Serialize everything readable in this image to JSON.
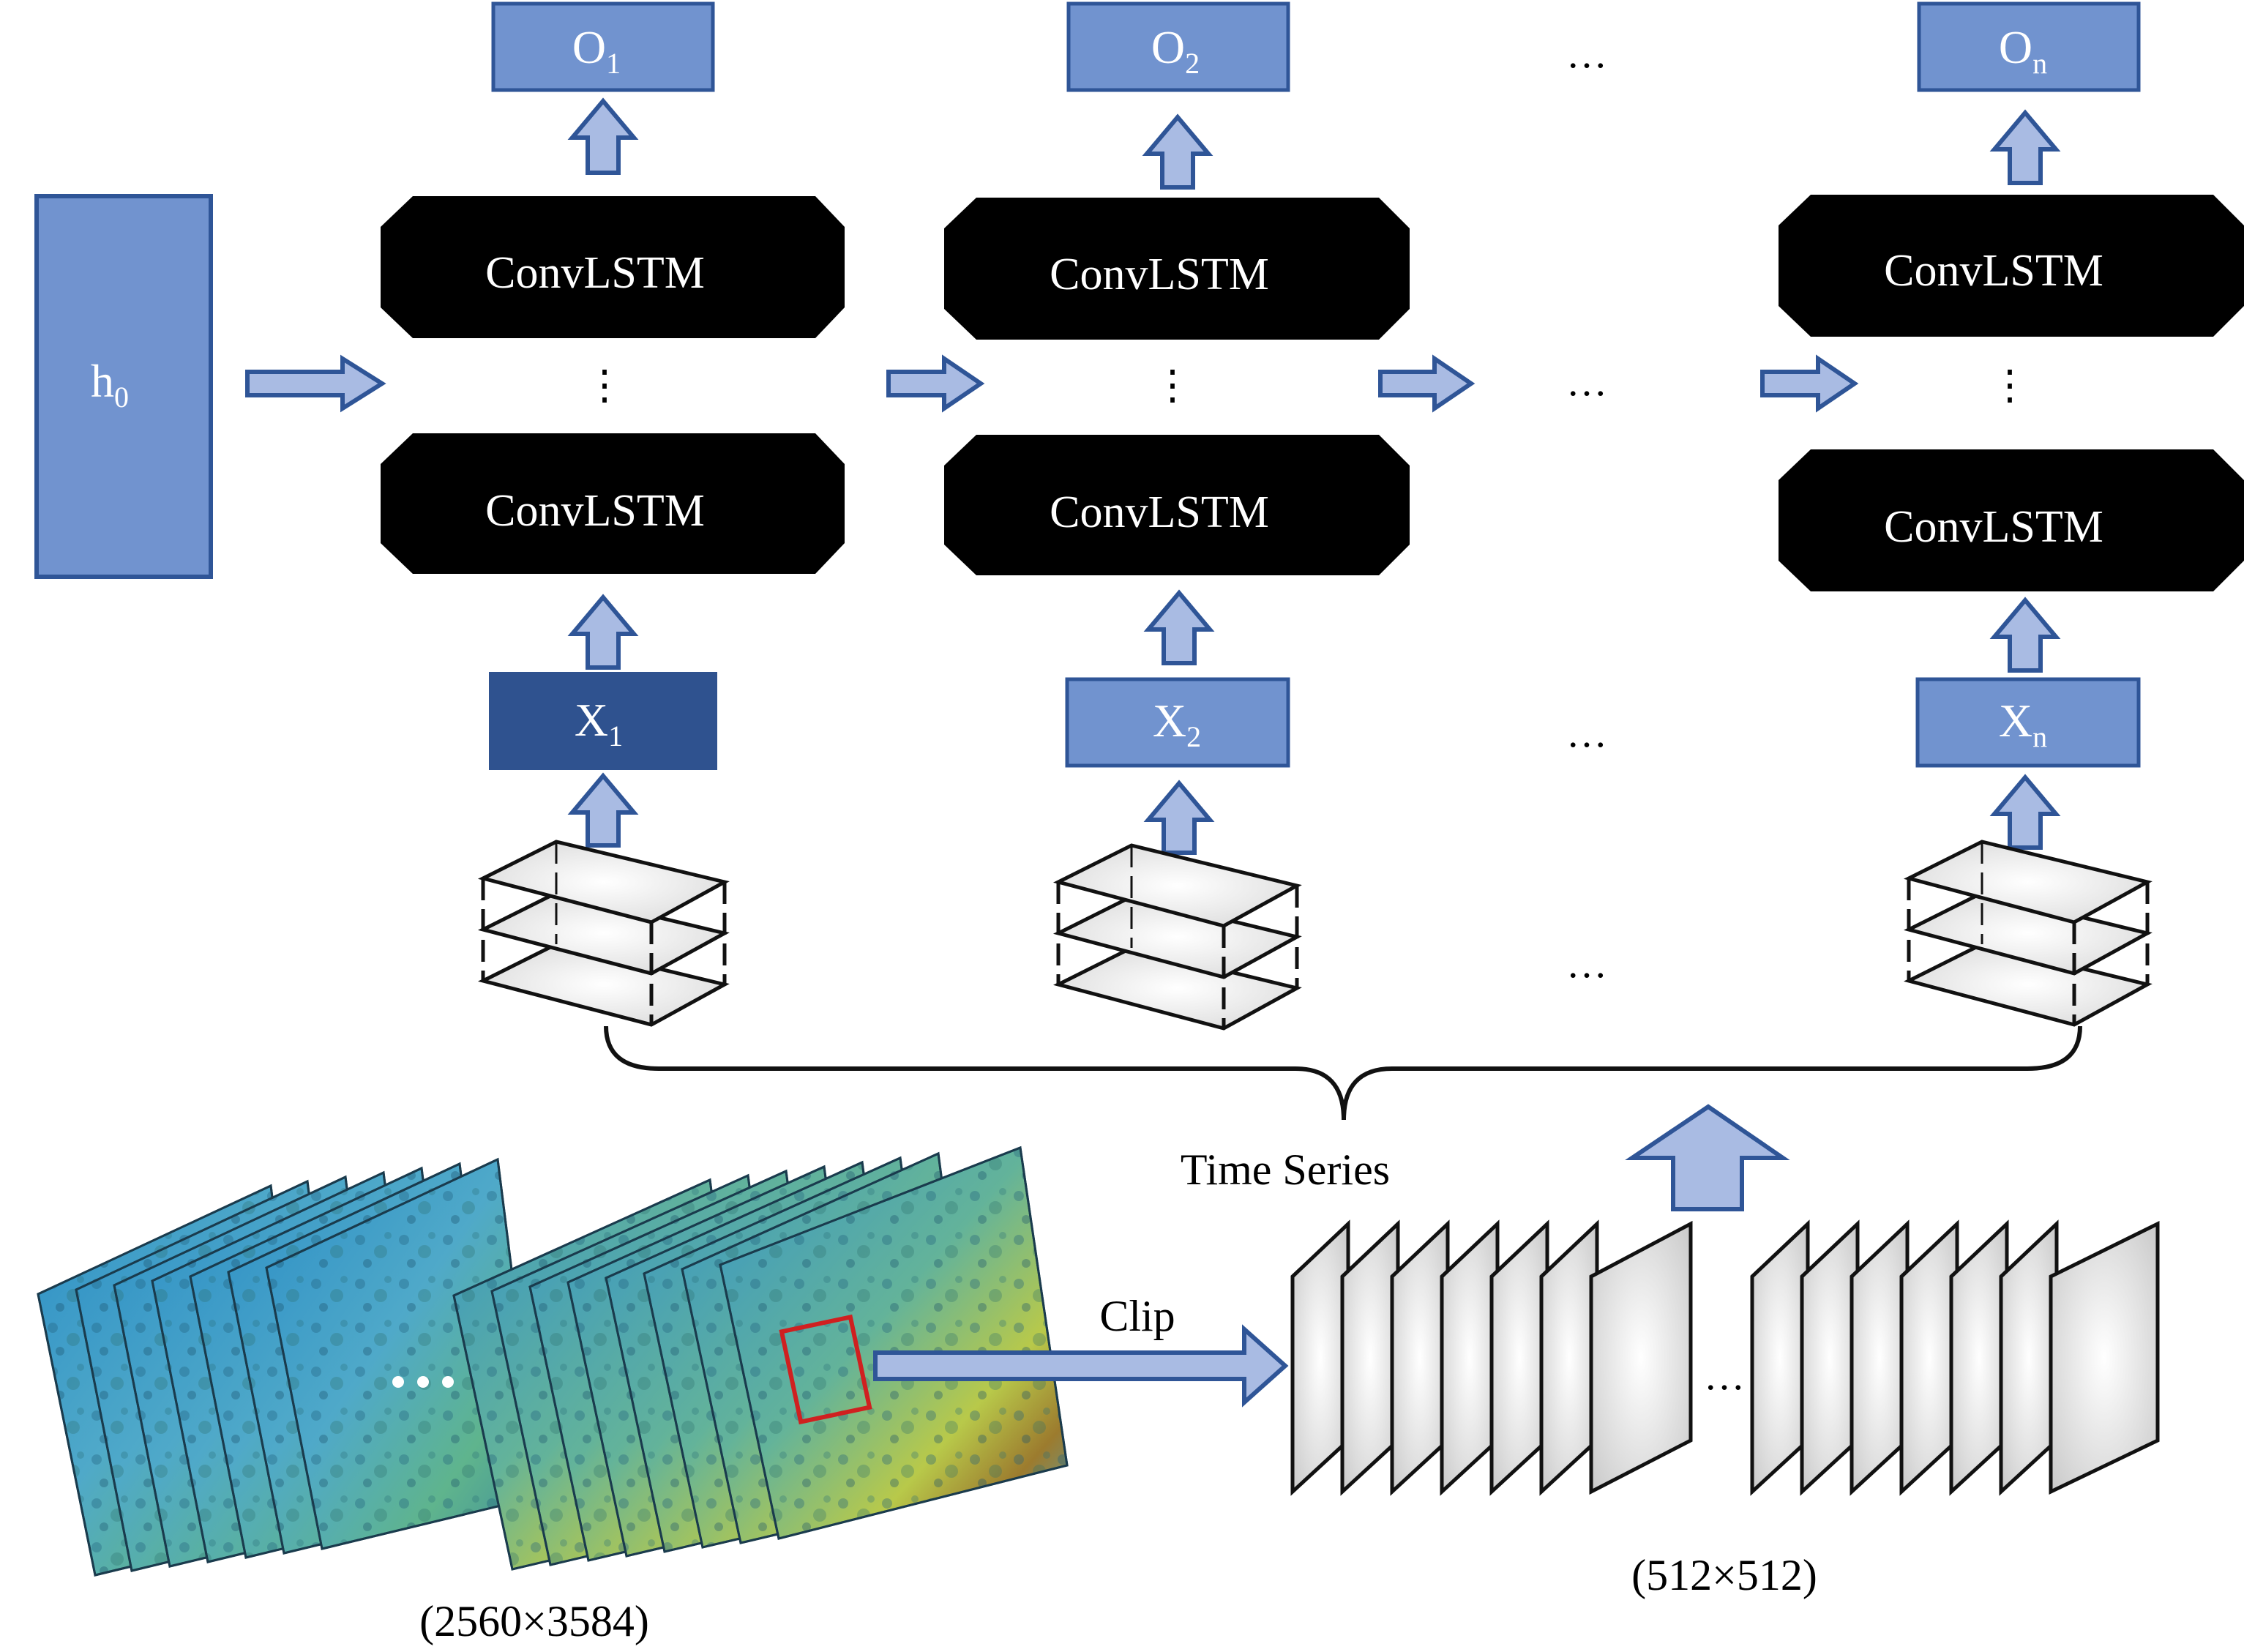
{
  "hidden_init": {
    "main": "h",
    "sub": "0"
  },
  "columns": [
    {
      "output": {
        "main": "O",
        "sub": "1"
      },
      "layer_top": "ConvLSTM",
      "layer_bottom": "ConvLSTM",
      "input": {
        "main": "X",
        "sub": "1"
      },
      "input_highlighted": true
    },
    {
      "output": {
        "main": "O",
        "sub": "2"
      },
      "layer_top": "ConvLSTM",
      "layer_bottom": "ConvLSTM",
      "input": {
        "main": "X",
        "sub": "2"
      },
      "input_highlighted": false
    },
    {
      "output": {
        "main": "O",
        "sub": "n"
      },
      "layer_top": "ConvLSTM",
      "layer_bottom": "ConvLSTM",
      "input": {
        "main": "X",
        "sub": "n"
      },
      "input_highlighted": false
    }
  ],
  "ellipsis": "…",
  "vertical_ellipsis": "⋮",
  "time_series_label": "Time Series",
  "clip_label": "Clip",
  "source_size_label": "(2560×3584)",
  "clip_size_label": "(512×512)",
  "colors": {
    "box_fill": "#7193cf",
    "box_stroke": "#2f5597",
    "highlight_fill": "#2f528f",
    "arrow_fill": "#a9bbe3",
    "arrow_stroke": "#2f5597",
    "layer_fill": "#000000",
    "clip_box": "#d02020"
  }
}
